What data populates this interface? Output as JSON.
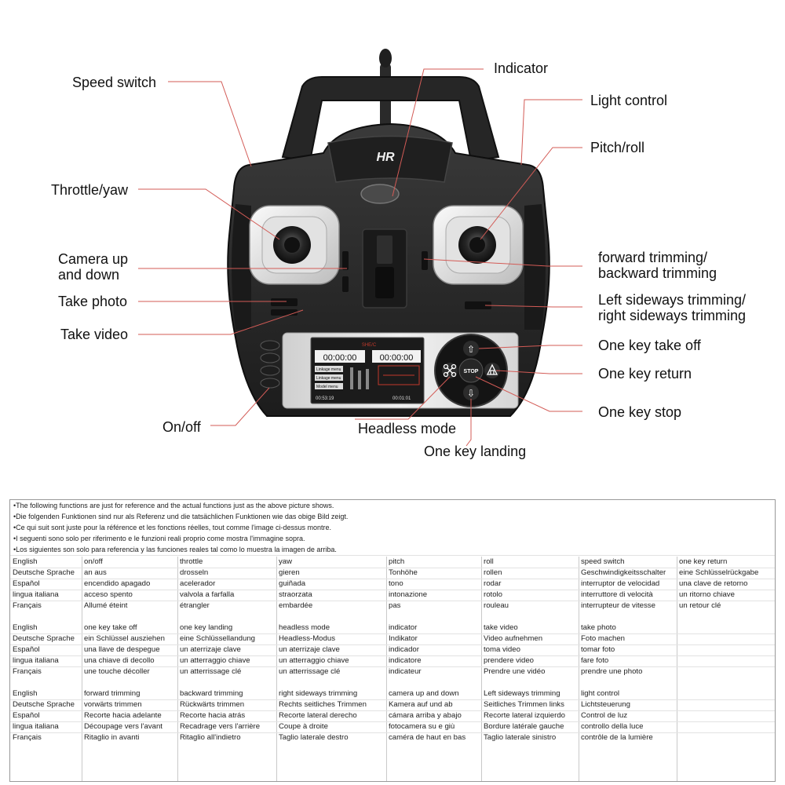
{
  "brand": "HR",
  "screen": {
    "timer_left": "00:00:00",
    "timer_right": "00:00:00",
    "menu_items": [
      "Linkage menu",
      "Linkage menu",
      "Model menu"
    ],
    "bottom_left": "00:53:19",
    "bottom_right": "00:01:01",
    "top_label": "SHE/C"
  },
  "pad": {
    "top": "⇧",
    "stop": "STOP",
    "bottom": "⇩"
  },
  "callouts": {
    "speed_switch": "Speed switch",
    "indicator": "Indicator",
    "light_control": "Light control",
    "pitch_roll": "Pitch/roll",
    "throttle_yaw": "Throttle/yaw",
    "camera_up_down_1": "Camera up",
    "camera_up_down_2": "and down",
    "take_photo": "Take photo",
    "take_video": "Take video",
    "fwd_trim_1": "forward trimming/",
    "fwd_trim_2": "backward trimming",
    "side_trim_1": "Left sideways trimming/",
    "side_trim_2": "right sideways trimming",
    "one_key_take_off": "One key take off",
    "one_key_return": "One key return",
    "one_key_stop": "One key stop",
    "on_off": "On/off",
    "headless_mode": "Headless mode",
    "one_key_landing": "One key landing"
  },
  "notes": [
    "•The following functions are just for reference and the actual functions just as the above picture shows.",
    "•Die folgenden Funktionen sind nur als Referenz und die tatsächlichen Funktionen wie das obige Bild zeigt.",
    "•Ce qui suit sont juste pour la référence et les fonctions réelles, tout comme l'image ci-dessus montre.",
    "•I seguenti sono solo per riferimento e le funzioni reali proprio come mostra l'immagine sopra.",
    "•Los siguientes son solo para referencia y las funciones reales tal como lo muestra la imagen de arriba."
  ],
  "table_blocks": [
    [
      [
        "English",
        "on/off",
        "throttle",
        "yaw",
        "pitch",
        "roll",
        "speed switch",
        "one key return"
      ],
      [
        "Deutsche Sprache",
        "an aus",
        "drosseln",
        "gieren",
        "Tonhöhe",
        "rollen",
        "Geschwindigkeitsschalter",
        "eine Schlüsselrückgabe"
      ],
      [
        "Español",
        "encendido apagado",
        "acelerador",
        "guiñada",
        "tono",
        "rodar",
        "interruptor de velocidad",
        "una clave de retorno"
      ],
      [
        "lingua italiana",
        "acceso spento",
        "valvola a farfalla",
        "straorzata",
        "intonazione",
        "rotolo",
        "interruttore di velocità",
        "un ritorno chiave"
      ],
      [
        "Français",
        "Allumé éteint",
        "étrangler",
        "embardée",
        "pas",
        "rouleau",
        "interrupteur de vitesse",
        "un retour clé"
      ]
    ],
    [
      [
        "English",
        "one key take off",
        "one key landing",
        "headless mode",
        "indicator",
        "take video",
        "take photo",
        ""
      ],
      [
        "Deutsche Sprache",
        "ein Schlüssel ausziehen",
        "eine Schlüssellandung",
        "Headless-Modus",
        "Indikator",
        "Video aufnehmen",
        "Foto machen",
        ""
      ],
      [
        "Español",
        "una llave de despegue",
        "un aterrizaje clave",
        "un aterrizaje clave",
        "indicador",
        "toma video",
        "tomar foto",
        ""
      ],
      [
        "lingua italiana",
        "una chiave di decollo",
        "un atterraggio chiave",
        "un atterraggio chiave",
        "indicatore",
        "prendere video",
        "fare foto",
        ""
      ],
      [
        "Français",
        "une touche décoller",
        "un atterrissage clé",
        "un atterrissage clé",
        "indicateur",
        "Prendre une vidéo",
        "prendre une photo",
        ""
      ]
    ],
    [
      [
        "English",
        "forward trimming",
        "backward trimming",
        "right sideways trimming",
        "camera up and down",
        "Left sideways trimming",
        "light control",
        ""
      ],
      [
        "Deutsche Sprache",
        "vorwärts trimmen",
        "Rückwärts trimmen",
        "Rechts seitliches Trimmen",
        "Kamera auf und ab",
        "Seitliches Trimmen links",
        "Lichtsteuerung",
        ""
      ],
      [
        "Español",
        "Recorte hacia adelante",
        "Recorte hacia atrás",
        "Recorte lateral derecho",
        "cámara arriba y abajo",
        "Recorte lateral izquierdo",
        "Control de luz",
        ""
      ],
      [
        "lingua italiana",
        "Découpage vers l'avant",
        "Recadrage vers l'arrière",
        "Coupe à droite",
        "fotocamera su e giù",
        "Bordure latérale gauche",
        "controllo della luce",
        ""
      ],
      [
        "Français",
        "Ritaglio in avanti",
        "Ritaglio all'indietro",
        "Taglio laterale destro",
        "caméra de haut en bas",
        "Taglio laterale sinistro",
        "contrôle de la lumière",
        ""
      ]
    ]
  ],
  "colors": {
    "line": "#c0392b",
    "body": "#2b2b2b",
    "panel": "#e9e9e9",
    "screen": "#1b1b1b"
  }
}
